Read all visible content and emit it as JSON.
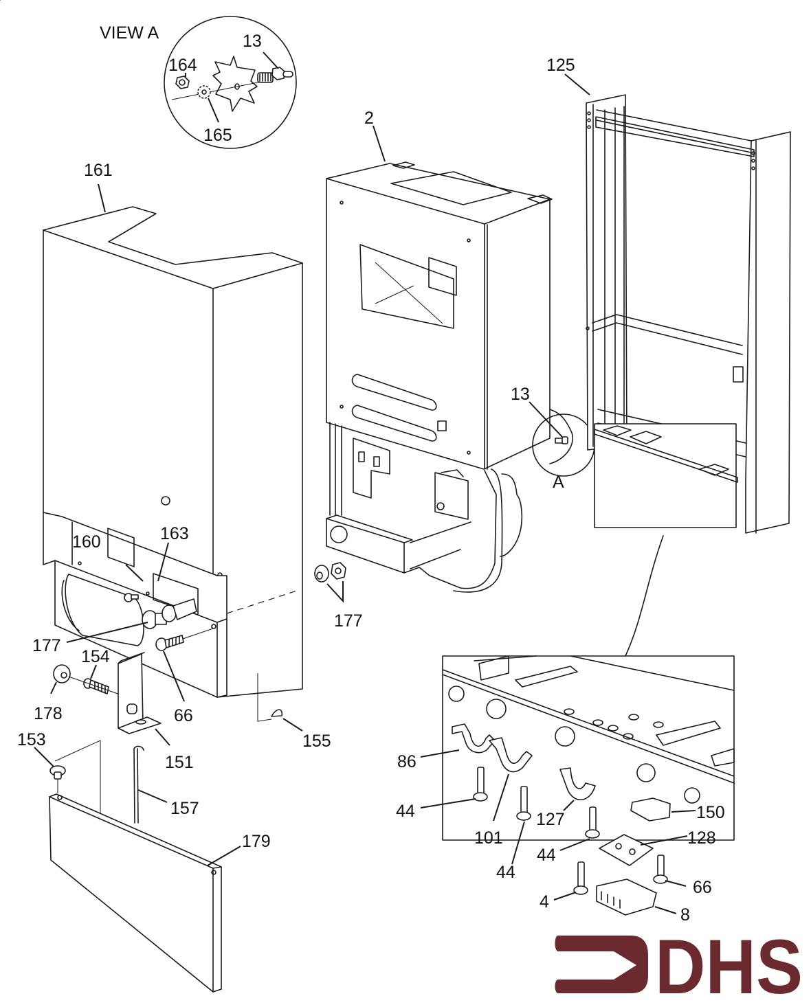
{
  "diagram": {
    "type": "exploded-parts-diagram",
    "view_label": "VIEW A",
    "view_marker": "A",
    "brand_color": "#6b2a2e",
    "line_color": "#1a1a1a",
    "logo": {
      "text": "DHS",
      "icon": "arrow-bracket-icon"
    },
    "labels": {
      "p13_view": "13",
      "p164": "164",
      "p165": "165",
      "p161": "161",
      "p2": "2",
      "p125": "125",
      "p13_main": "13",
      "p160": "160",
      "p163": "163",
      "p177_left": "177",
      "p177_right": "177",
      "p154": "154",
      "p178": "178",
      "p66_left": "66",
      "p155": "155",
      "p151": "151",
      "p153": "153",
      "p157": "157",
      "p179": "179",
      "p86": "86",
      "p44_a": "44",
      "p101": "101",
      "p44_b": "44",
      "p127": "127",
      "p44_c": "44",
      "p150": "150",
      "p128": "128",
      "p66_right": "66",
      "p4": "4",
      "p8": "8"
    }
  }
}
